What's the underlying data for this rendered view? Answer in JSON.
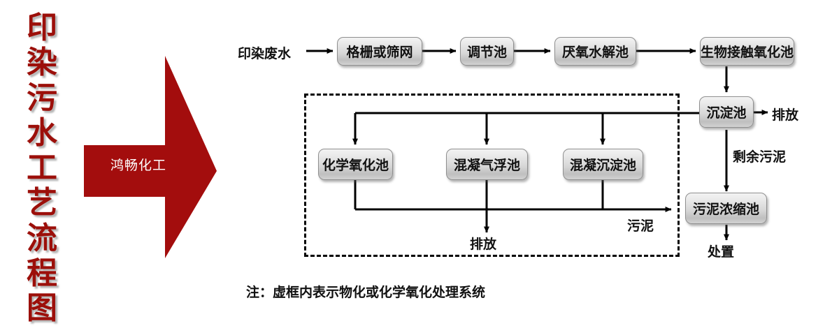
{
  "title": {
    "text": "印染污水工艺流程图",
    "chars": [
      "印",
      "染",
      "污",
      "水",
      "工",
      "艺",
      "流",
      "程",
      "图"
    ],
    "color": "#9c0f0a"
  },
  "brand": {
    "label": "鸿畅化工",
    "arrow_color": "#a30d0d",
    "label_color": "#ffffff"
  },
  "flow": {
    "inlet_label": "印染废水",
    "main_line": [
      {
        "id": "grid",
        "label": "格栅或筛网"
      },
      {
        "id": "equalization",
        "label": "调节池"
      },
      {
        "id": "anaerobic",
        "label": "厌氧水解池"
      },
      {
        "id": "biocontact",
        "label": "生物接触氧化池"
      },
      {
        "id": "settling",
        "label": "沉淀池"
      }
    ],
    "settling_outlet_label": "排放",
    "excess_sludge_label": "剩余污泥",
    "sludge_thickener": {
      "id": "thickener",
      "label": "污泥浓缩池"
    },
    "disposal_label": "处置"
  },
  "physchem_system": {
    "boundary_style": "dashed",
    "units": [
      {
        "id": "chem-oxidation",
        "label": "化学氧化池"
      },
      {
        "id": "coag-flotation",
        "label": "混凝气浮池"
      },
      {
        "id": "coag-settling",
        "label": "混凝沉淀池"
      }
    ],
    "effluent_label": "排放",
    "sludge_label": "污泥"
  },
  "note": {
    "text": "注：虚框内表示物化或化学氧化处理系统"
  }
}
